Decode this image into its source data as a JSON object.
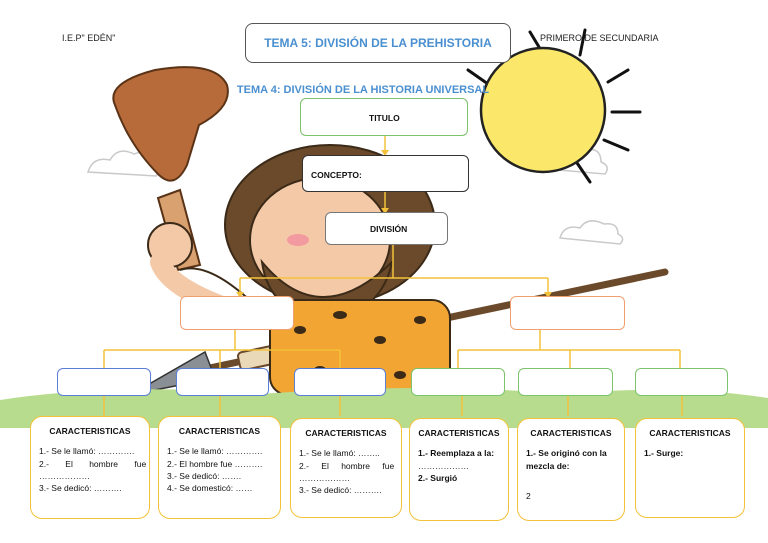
{
  "header": {
    "school": "I.E.P\" EDÉN\"",
    "grade": "PRIMERO DE SECUNDARIA"
  },
  "titles": {
    "tema5": "TEMA 5: DIVISIÓN DE LA PREHISTORIA",
    "tema4": "TEMA 4: DIVISIÓN DE LA HISTORIA UNIVERSAL"
  },
  "map": {
    "titulo": "TITULO",
    "concepto": "CONCEPTO:",
    "division": "DIVISIÓN"
  },
  "characteristics": [
    {
      "title": "CARACTERISTICAS",
      "lines": [
        "1.- Se le llamó: ………….",
        "2.- El hombre fue",
        "………………",
        "3.- Se dedicó: ………."
      ]
    },
    {
      "title": "CARACTERISTICAS",
      "lines": [
        "1.- Se le llamó: ………….",
        "2.- El hombre fue ……….",
        "3.- Se dedicó: …….",
        "4.- Se domesticó: ……"
      ]
    },
    {
      "title": "CARACTERISTICAS",
      "lines": [
        "1.- Se le llamó: ……..",
        "2.- El hombre fue",
        "………………",
        "3.- Se dedicó: ………."
      ]
    },
    {
      "title": "CARACTERISTICAS",
      "lines": [
        "1.- Reemplaza a la:",
        "………………",
        "2.- Surgió"
      ]
    },
    {
      "title": "CARACTERISTICAS",
      "lines": [
        "1.- Se originó con la",
        "mezcla de:",
        "2"
      ]
    },
    {
      "title": "CARACTERISTICAS",
      "lines": [
        "1.- Surge:"
      ]
    }
  ],
  "colors": {
    "title_text": "#4a8fd0",
    "connector": "#f3c23a",
    "green_border": "#7cc36b",
    "orange_border": "#f0a070",
    "blue_border": "#5b7fd6",
    "sun": "#fbe86a"
  }
}
